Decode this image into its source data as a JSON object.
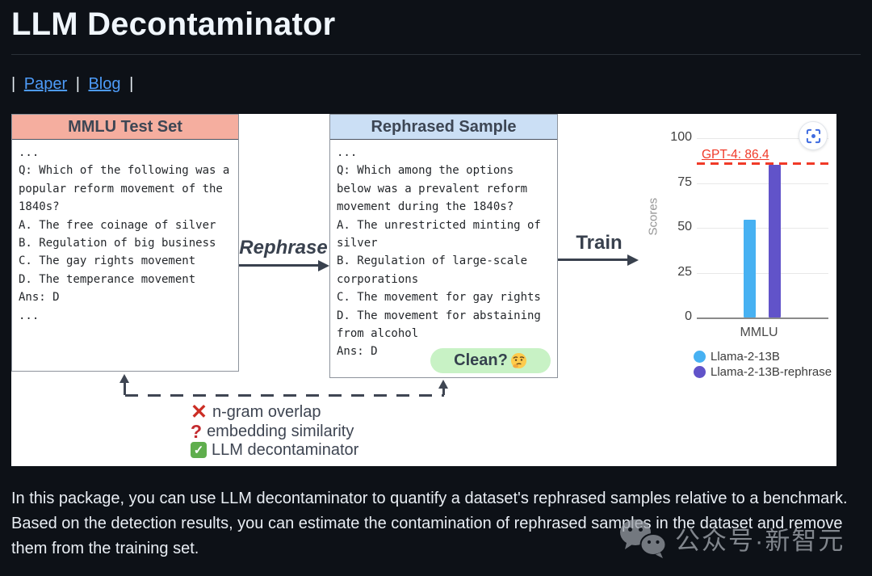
{
  "page": {
    "title": "LLM Decontaminator",
    "nav": {
      "separator": "|",
      "links": [
        {
          "label": "Paper"
        },
        {
          "label": "Blog"
        }
      ]
    },
    "paragraph": "In this package, you can use LLM decontaminator to quantify a dataset's rephrased samples relative to a benchmark. Based on the detection results, you can estimate the contamination of rephrased samples in the dataset and remove them from the training set.",
    "watermark": {
      "text": "公众号·新智元"
    }
  },
  "diagram": {
    "test_set_box": {
      "title": "MMLU Test Set",
      "header_color": "#f5ae9f",
      "lines": [
        "...",
        "Q: Which of the following was a",
        "popular reform movement of the",
        "1840s?",
        "A. The free coinage of silver",
        "B. Regulation of big business",
        "C. The gay rights movement",
        "D. The temperance movement",
        "Ans: D",
        "..."
      ]
    },
    "rephrase_arrow_label": "Rephrase",
    "rephrased_box": {
      "title": "Rephrased Sample",
      "header_color": "#cbdff5",
      "lines": [
        "...",
        "Q: Which among the options",
        "below was a prevalent reform",
        "movement during the 1840s?",
        "A. The unrestricted minting of",
        "silver",
        "B. Regulation of large-scale",
        "corporations",
        "C. The movement for gay rights",
        "D. The movement for abstaining",
        "from alcohol",
        "Ans: D"
      ],
      "clean_badge": {
        "label": "Clean?",
        "color": "#c8f2c5",
        "emoji": "thinking-face"
      }
    },
    "train_arrow_label": "Train",
    "methods": [
      {
        "icon": "x-mark",
        "icon_color": "#cc2e25",
        "label": "n-gram overlap"
      },
      {
        "icon": "question-mark",
        "icon_color": "#c32a2e",
        "label": "embedding similarity"
      },
      {
        "icon": "check-box",
        "icon_color": "#5fae4d",
        "label": "LLM decontaminator"
      }
    ]
  },
  "chart_data": {
    "type": "bar",
    "categories": [
      "MMLU"
    ],
    "series": [
      {
        "name": "Llama-2-13B",
        "values": [
          54.3
        ],
        "color": "#47b1f2"
      },
      {
        "name": "Llama-2-13B-rephrase",
        "values": [
          85.2
        ],
        "color": "#6153c9"
      }
    ],
    "ylabel": "Scores",
    "xlabel": "",
    "ylim": [
      0,
      100
    ],
    "ytick_labels": [
      "100",
      "75",
      "50",
      "25",
      "0"
    ],
    "grid": "horizontal",
    "legend_position": "bottom-right",
    "reference_line": {
      "label": "GPT-4: 86.4",
      "value": 86.4,
      "color": "#f03a28",
      "style": "dashed"
    }
  }
}
